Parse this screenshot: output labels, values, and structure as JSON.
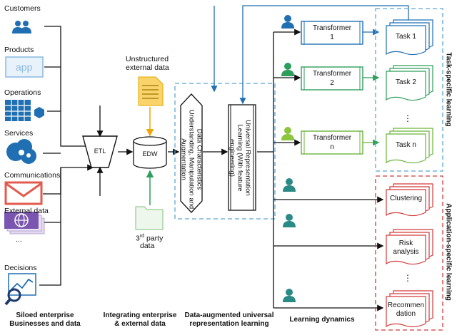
{
  "sources": {
    "customers": "Customers",
    "products": "Products",
    "app_text": "app",
    "operations": "Operations",
    "services": "Services",
    "communications": "Communications",
    "external_data": "External data",
    "ellipsis": "...",
    "decisions": "Decisions"
  },
  "integration": {
    "etl": "ETL",
    "edw": "EDW",
    "unstructured_line1": "Unstructured",
    "unstructured_line2": "external data",
    "third_party_sup": "rd",
    "third_party_a": "3",
    "third_party_b": " party",
    "third_party_c": "data"
  },
  "representation": {
    "data_characteristics": "Data Characteristics Understanding, Manipulation and Augmentation",
    "universal_representation": "Universal Representation Learning (With feature engineering)"
  },
  "transformers": [
    {
      "line1": "Transformer",
      "line2": "1"
    },
    {
      "line1": "Transformer",
      "line2": "2"
    },
    {
      "line1": "Transformer",
      "line2": "n"
    }
  ],
  "tasks": [
    "Task 1",
    "Task 2",
    "Task n"
  ],
  "task_ellipsis": "⋮",
  "applications": {
    "clustering": "Clustering",
    "risk_1": "Risk",
    "risk_2": "analysis",
    "recomm_1": "Recommen",
    "recomm_2": "dation"
  },
  "side_labels": {
    "task_specific": "Task-specific learning",
    "application_specific": "Application-specific learning"
  },
  "captions": {
    "siloed_1": "Siloed enterprise",
    "siloed_2": "Businesses and data",
    "integrating_1": "Integrating enterprise",
    "integrating_2": "& external data",
    "augmented_1": "Data-augmented universal",
    "augmented_2": "representation learning",
    "dynamics": "Learning dynamics"
  },
  "colors": {
    "blue": "#1f6fb2",
    "green": "#2e9e5b",
    "red": "#d23b3b",
    "teal": "#2a8a86",
    "orange": "#f0a500",
    "dashed_blue": "#5aa7d6",
    "dashed_red": "#d23b3b"
  }
}
